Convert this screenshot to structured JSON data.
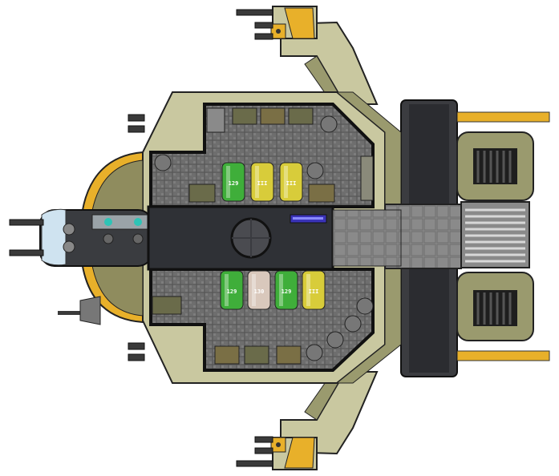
{
  "ship": {
    "hull_color": "#c9c8a0",
    "hull_shade": "#9a9a6e",
    "hull_dark": "#5f5e42",
    "accent": "#e8b02a",
    "floor": "#6b6b6b",
    "corridor": "#2f3136"
  },
  "cargo": {
    "upper": [
      {
        "label": "129",
        "color": "#3fae3a"
      },
      {
        "label": "III",
        "color": "#d8cc3a"
      },
      {
        "label": "III",
        "color": "#d8cc3a"
      }
    ],
    "lower": [
      {
        "label": "129",
        "color": "#3fae3a"
      },
      {
        "label": "130",
        "color": "#d9c8bc"
      },
      {
        "label": "129",
        "color": "#3fae3a"
      },
      {
        "label": "III",
        "color": "#d8cc3a"
      }
    ]
  },
  "icons": {
    "engine_upper": "engine-icon",
    "engine_lower": "engine-icon",
    "cockpit": "cockpit-icon",
    "turret": "turret-icon"
  }
}
